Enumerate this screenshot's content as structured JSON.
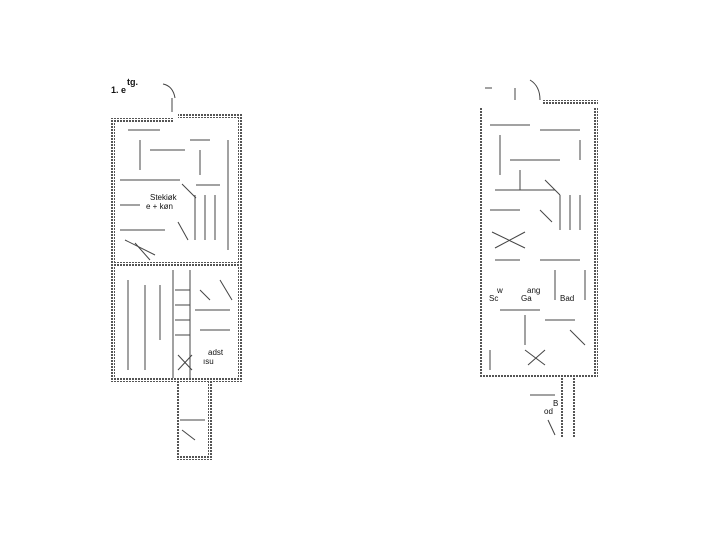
{
  "plans": {
    "left": {
      "floor_label_a": "1. e",
      "floor_label_b": "tg.",
      "room_1_a": "Stekiøk",
      "room_1_b": "e + køn",
      "room_2_a": "adst",
      "room_2_b": "ısu"
    },
    "right": {
      "room_1": "Bad",
      "room_2_a": "Sc",
      "room_2_b": "w",
      "room_3_a": "Ga",
      "room_3_b": "ang",
      "room_4_a": "B",
      "room_4_b": "od"
    }
  }
}
